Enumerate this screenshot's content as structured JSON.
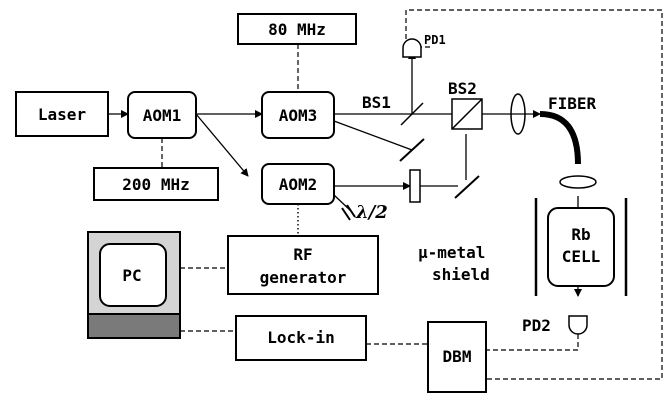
{
  "labels": {
    "laser": "Laser",
    "aom1": "AOM1",
    "aom2": "AOM2",
    "aom3": "AOM3",
    "freq_80": "80 MHz",
    "freq_200": "200 MHz",
    "bs1": "BS1",
    "bs2": "BS2",
    "pd1": "PD1",
    "pd2": "PD2",
    "fiber": "FIBER",
    "rb_line1": "Rb",
    "rb_line2": "CELL",
    "shield_line1": "μ-metal",
    "shield_line2": "shield",
    "waveplate": "λ/2",
    "pc": "PC",
    "rf_line1": "RF",
    "rf_line2": "generator",
    "lockin": "Lock-in",
    "dbm": "DBM"
  }
}
